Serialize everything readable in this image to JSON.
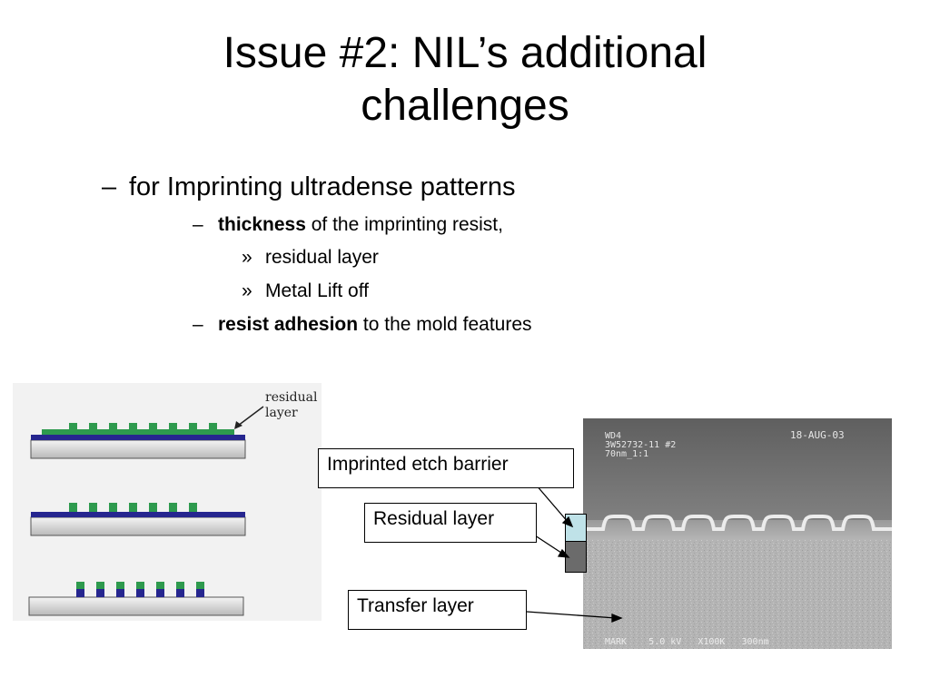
{
  "slide": {
    "title_line1": "Issue #2: NIL’s additional",
    "title_line2": "challenges"
  },
  "bullets": {
    "level1_dash": "–",
    "level1_text": "for Imprinting ultradense patterns",
    "item_thickness": {
      "dash": "–",
      "bold": "thickness",
      "rest": " of the imprinting resist,"
    },
    "sub_items": [
      {
        "marker": "»",
        "text": "residual layer"
      },
      {
        "marker": "»",
        "text": "Metal Lift off"
      }
    ],
    "item_adhesion": {
      "dash": "–",
      "bold": "resist adhesion",
      "rest": " to the mold features"
    }
  },
  "diagram": {
    "label_line1": "residual",
    "label_line2": "layer",
    "colors": {
      "resist": "#2e9a4e",
      "barrier": "#26268f",
      "substrate_top": "#f4f4f4",
      "substrate_bottom": "#b9b9b9"
    }
  },
  "sem_image": {
    "header_left_line1": "WD4",
    "header_left_line2": "3W52732-11  #2",
    "header_left_line3": "70nm_1:1",
    "header_right": "18-AUG-03",
    "footer": "MARK    5.0 kV   X100K   300nm"
  },
  "callouts": {
    "imprinted_etch_barrier": "Imprinted etch barrier",
    "residual_layer": "Residual layer",
    "transfer_layer": "Transfer layer"
  },
  "swatch_colors": {
    "etch_barrier": "#bfe2e8",
    "residual": "#6b6b6b"
  }
}
